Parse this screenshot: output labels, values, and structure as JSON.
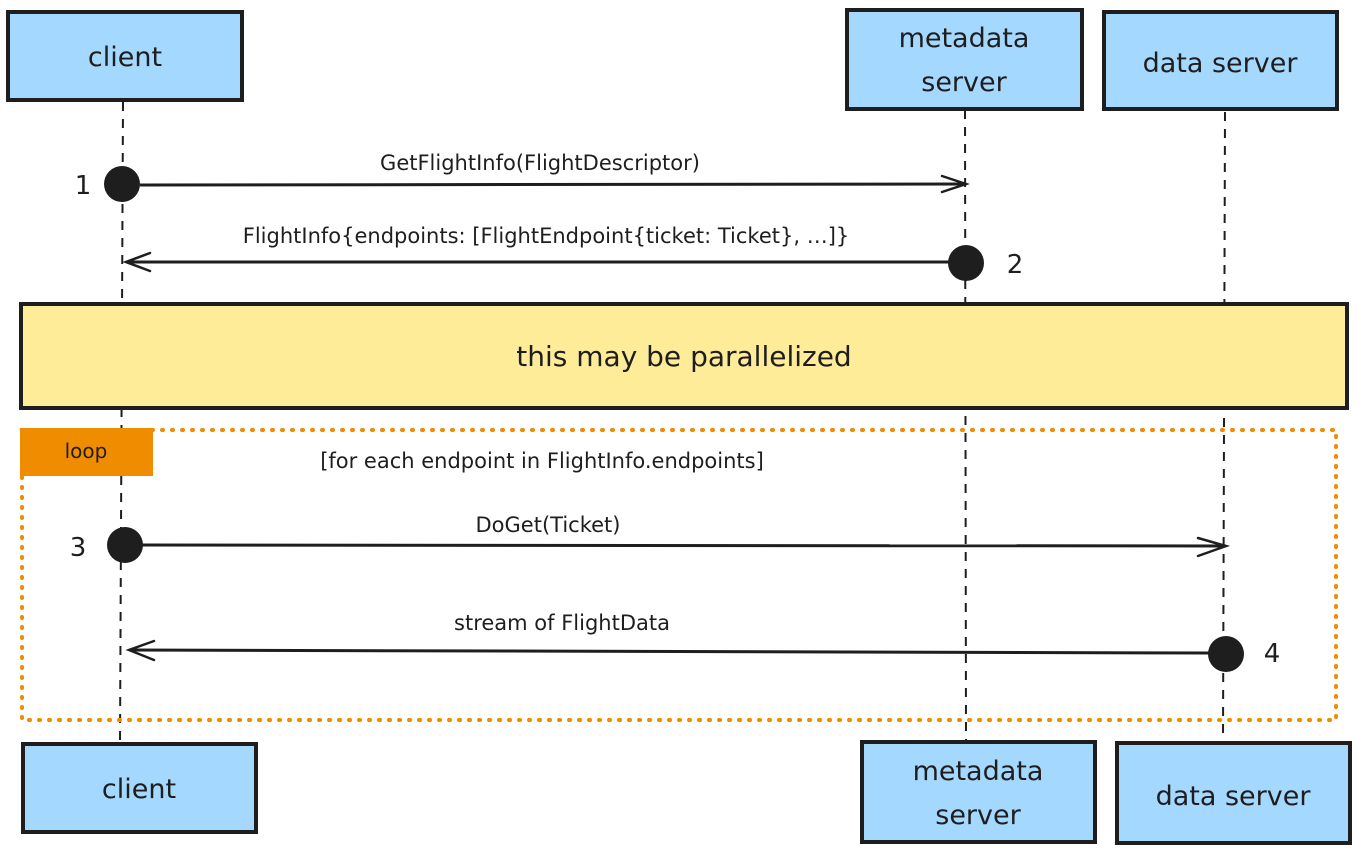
{
  "diagram": {
    "type": "sequence",
    "colors": {
      "actor_fill": "#a5d8ff",
      "note_fill": "#ffec99",
      "loop_color": "#f08c00",
      "ink": "#1e1e1e"
    },
    "actors": [
      {
        "id": "client",
        "lines": [
          "client"
        ]
      },
      {
        "id": "metadata",
        "lines": [
          "metadata",
          "server"
        ]
      },
      {
        "id": "data",
        "lines": [
          "data server"
        ]
      }
    ],
    "messages": [
      {
        "step": "1",
        "from": "client",
        "to": "metadata",
        "label": "GetFlightInfo(FlightDescriptor)"
      },
      {
        "step": "2",
        "from": "metadata",
        "to": "client",
        "label": "FlightInfo{endpoints: [FlightEndpoint{ticket: Ticket}, …]}"
      },
      {
        "step": "3",
        "from": "client",
        "to": "data",
        "label": "DoGet(Ticket)"
      },
      {
        "step": "4",
        "from": "data",
        "to": "client",
        "label": "stream of FlightData"
      }
    ],
    "note": {
      "text": "this may be parallelized"
    },
    "loop": {
      "tag": "loop",
      "condition": "[for each endpoint in FlightInfo.endpoints]"
    }
  }
}
